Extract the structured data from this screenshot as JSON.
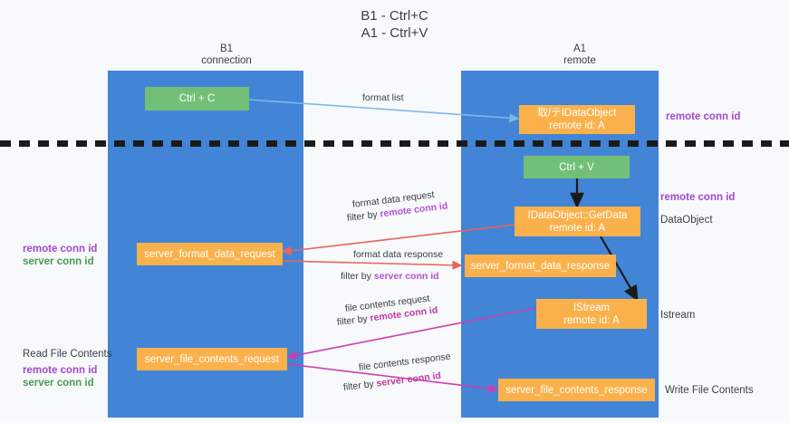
{
  "title": "B1 - Ctrl+C\nA1 - Ctrl+V",
  "colors": {
    "lane": "#4285d6",
    "node_green": "#72c078",
    "node_orange": "#fbb14b",
    "purple": "#a04ad0",
    "green_text": "#4a9a52",
    "arrow_blue": "#7eb6e8",
    "arrow_red": "#e8645a",
    "arrow_magenta": "#cc3fb0",
    "arrow_black": "#1a1a1a",
    "background": "#f7f9fb"
  },
  "columns": {
    "left": {
      "title": "B1",
      "subtitle": "connection",
      "label": "B1\nconnection"
    },
    "right": {
      "title": "A1",
      "subtitle": "remote",
      "label": "A1\nremote"
    }
  },
  "nodes": {
    "ctrl_c": "Ctrl + C",
    "idataobject": "取/テIDataObject\nremote id: A",
    "ctrl_v": "Ctrl + V",
    "getdata": "IDataObject::GetData\nremote id: A",
    "server_format_data_request": "server_format_data_request",
    "server_format_data_response": "server_format_data_response",
    "istream": "IStream\nremote id: A",
    "server_file_contents_request": "server_file_contents_request",
    "server_file_contents_response": "server_file_contents_response"
  },
  "edges": {
    "format_list": "format list",
    "format_data_request": "format data request",
    "format_data_request_filter_prefix": "filter by ",
    "format_data_request_filter_value": "remote conn id",
    "format_data_response": "format data response",
    "format_data_response_filter_prefix": "filter by ",
    "format_data_response_filter_value": "server conn id",
    "file_contents_request": "file contents request",
    "file_contents_request_filter_prefix": "filter by ",
    "file_contents_request_filter_value": "remote conn id",
    "file_contents_response": "file contents response",
    "file_contents_response_filter_prefix": "filter by ",
    "file_contents_response_filter_value": "server conn id"
  },
  "annotations": {
    "right_remote_conn_id_top": "remote conn id",
    "right_remote_conn_id_mid": "remote conn id",
    "right_dataobject": "DataObject",
    "right_istream": "Istream",
    "right_write_file_contents": "Write File Contents",
    "left_remote_conn_id": "remote conn id",
    "left_server_conn_id": "server conn id",
    "left_read_file_contents": "Read File Contents",
    "left_remote_conn_id_2": "remote conn id",
    "left_server_conn_id_2": "server conn id"
  }
}
